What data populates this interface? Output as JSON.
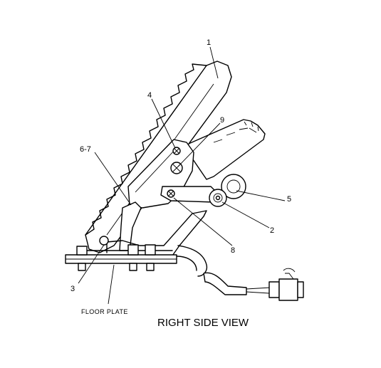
{
  "callouts": {
    "c1": "1",
    "c2": "2",
    "c3": "3",
    "c4": "4",
    "c5": "5",
    "c6_7": "6-7",
    "c8": "8",
    "c9": "9"
  },
  "labels": {
    "floor_plate": "FLOOR  PLATE"
  },
  "caption": "RIGHT SIDE VIEW"
}
